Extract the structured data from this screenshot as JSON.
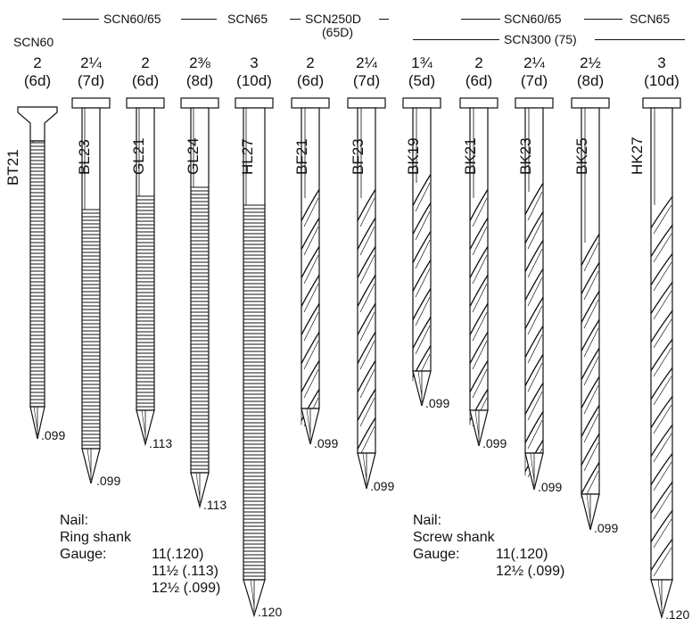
{
  "header": {
    "groups": [
      {
        "label": "SCN60/65"
      },
      {
        "label": "SCN65"
      },
      {
        "label": "SCN250D"
      },
      {
        "label": "(65D)"
      },
      {
        "label": "SCN60/65"
      },
      {
        "label": "SCN65"
      },
      {
        "label": "SCN60"
      },
      {
        "label": "SCN300 (75)"
      }
    ]
  },
  "nails": [
    {
      "code": "BT21",
      "size": "2",
      "penny": "(6d)",
      "gauge": ".099",
      "shank": "ring"
    },
    {
      "code": "BL23",
      "size": "2¼",
      "penny": "(7d)",
      "gauge": ".099",
      "shank": "ring"
    },
    {
      "code": "GL21",
      "size": "2",
      "penny": "(6d)",
      "gauge": ".113",
      "shank": "ring"
    },
    {
      "code": "GL24",
      "size": "2⅜",
      "penny": "(8d)",
      "gauge": ".113",
      "shank": "ring"
    },
    {
      "code": "HL27",
      "size": "3",
      "penny": "(10d)",
      "gauge": ".120",
      "shank": "ring"
    },
    {
      "code": "BF21",
      "size": "2",
      "penny": "(6d)",
      "gauge": ".099",
      "shank": "screw"
    },
    {
      "code": "BF23",
      "size": "2¼",
      "penny": "(7d)",
      "gauge": ".099",
      "shank": "screw"
    },
    {
      "code": "BK19",
      "size": "1¾",
      "penny": "(5d)",
      "gauge": ".099",
      "shank": "screw"
    },
    {
      "code": "BK21",
      "size": "2",
      "penny": "(6d)",
      "gauge": ".099",
      "shank": "screw"
    },
    {
      "code": "BK23",
      "size": "2¼",
      "penny": "(7d)",
      "gauge": ".099",
      "shank": "screw"
    },
    {
      "code": "BK25",
      "size": "2½",
      "penny": "(8d)",
      "gauge": ".099",
      "shank": "screw"
    },
    {
      "code": "HK27",
      "size": "3",
      "penny": "(10d)",
      "gauge": ".120",
      "shank": "screw"
    }
  ],
  "notes": [
    {
      "line1": "Nail:",
      "line2": "Ring shank",
      "gauge_label": "Gauge:",
      "gauges": [
        "11(.120)",
        "11½ (.113)",
        "12½ (.099)"
      ]
    },
    {
      "line1": "Nail:",
      "line2": "Screw shank",
      "gauge_label": "Gauge:",
      "gauges": [
        "11(.120)",
        "12½ (.099)"
      ]
    }
  ]
}
